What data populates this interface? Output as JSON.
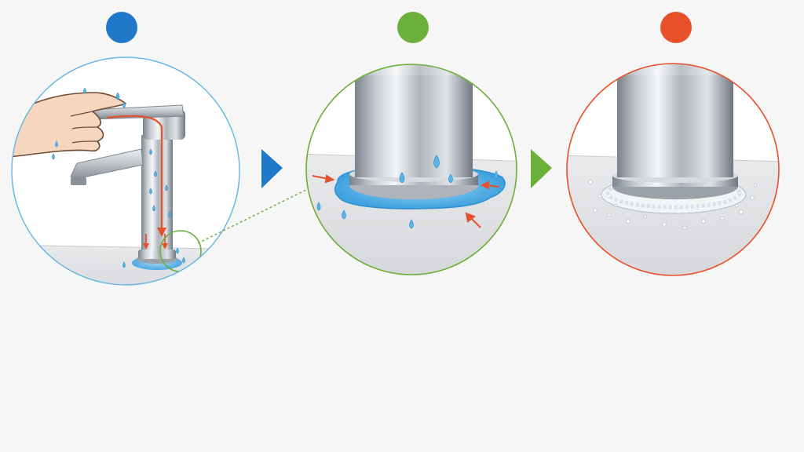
{
  "colors": {
    "background": "#f6f6f6",
    "step1": "#1f78c8",
    "step2": "#6ab03a",
    "step3": "#e8502a",
    "water": "#5ab4e6",
    "waterDark": "#2f8fd0",
    "arrowRed": "#e5502e",
    "steelLight": "#eef0f2",
    "steelMid": "#b9bec4",
    "steelDark": "#6f7780"
  },
  "steps": [
    {
      "id": "step-1",
      "scene": "hand-operating-faucet-water-running-down-body"
    },
    {
      "id": "step-2",
      "scene": "water-pooling-around-faucet-base"
    },
    {
      "id": "step-3",
      "scene": "mineral-deposit-ring-around-faucet-base"
    }
  ],
  "icons": {
    "stepMarker": "circle-dot-icon",
    "progressArrow": "triangle-right-icon",
    "flowArrow": "red-flow-arrow-icon",
    "drop": "water-drop-icon"
  }
}
